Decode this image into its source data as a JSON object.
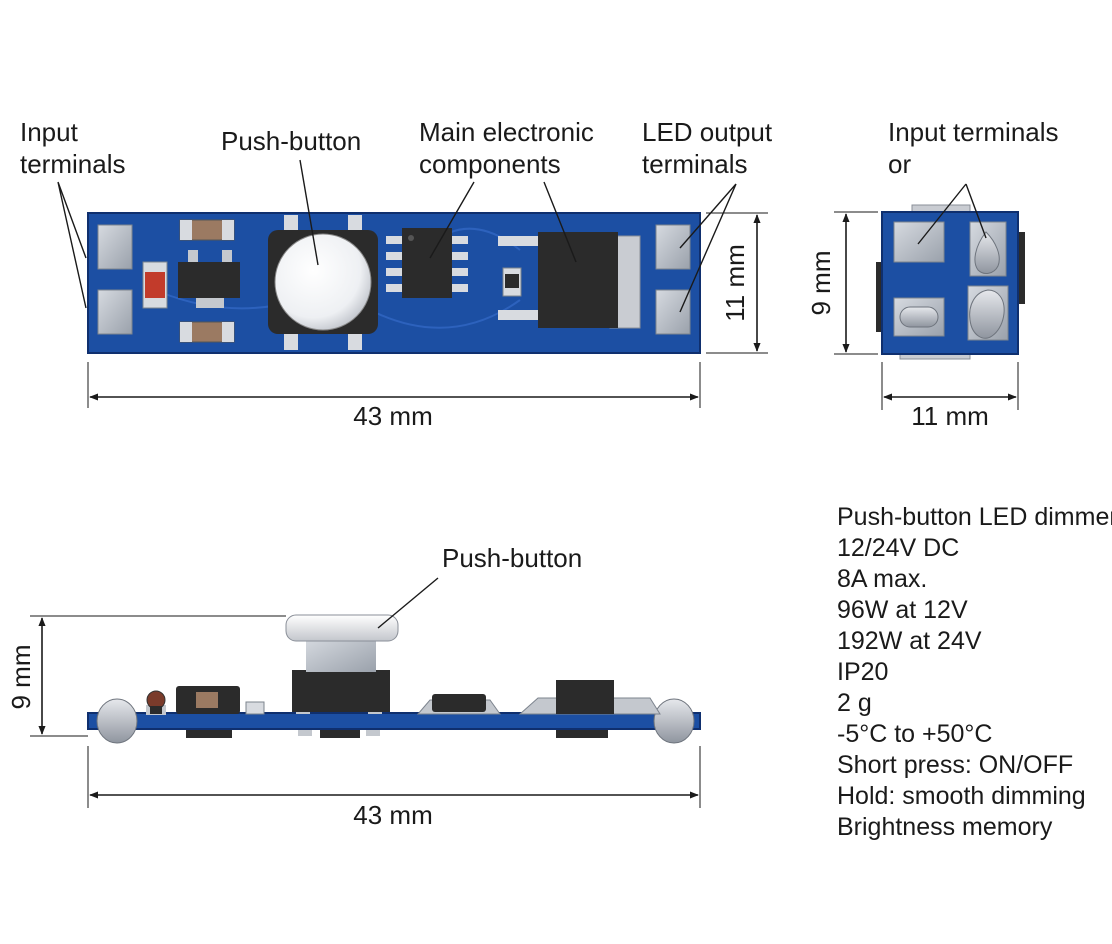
{
  "top_view": {
    "callouts": {
      "input_terminals": [
        "Input",
        "terminals"
      ],
      "push_button": "Push-button",
      "main_components": [
        "Main electronic",
        "components"
      ],
      "led_output": [
        "LED output",
        "terminals"
      ]
    },
    "dim_length": "43 mm",
    "dim_height": "11 mm"
  },
  "end_view": {
    "callout": [
      "Input terminals",
      "or"
    ],
    "dim_height": "9 mm",
    "dim_width": "11 mm"
  },
  "side_view": {
    "callout": "Push-button",
    "dim_height": "9 mm",
    "dim_length": "43 mm"
  },
  "specs": [
    "Push-button LED dimmer",
    "12/24V DC",
    "8A max.",
    "96W at 12V",
    "192W at 24V",
    "IP20",
    "2 g",
    "-5°C to +50°C",
    "Short press: ON/OFF",
    "Hold: smooth dimming",
    "Brightness memory"
  ],
  "colors": {
    "pcb": "#1c4fa3",
    "pcb_edge": "#0f2f6e",
    "pad": "#b9bfc8",
    "chip": "#2b2b2b",
    "button": "#ffffff",
    "resistor_red": "#c23b2b"
  }
}
